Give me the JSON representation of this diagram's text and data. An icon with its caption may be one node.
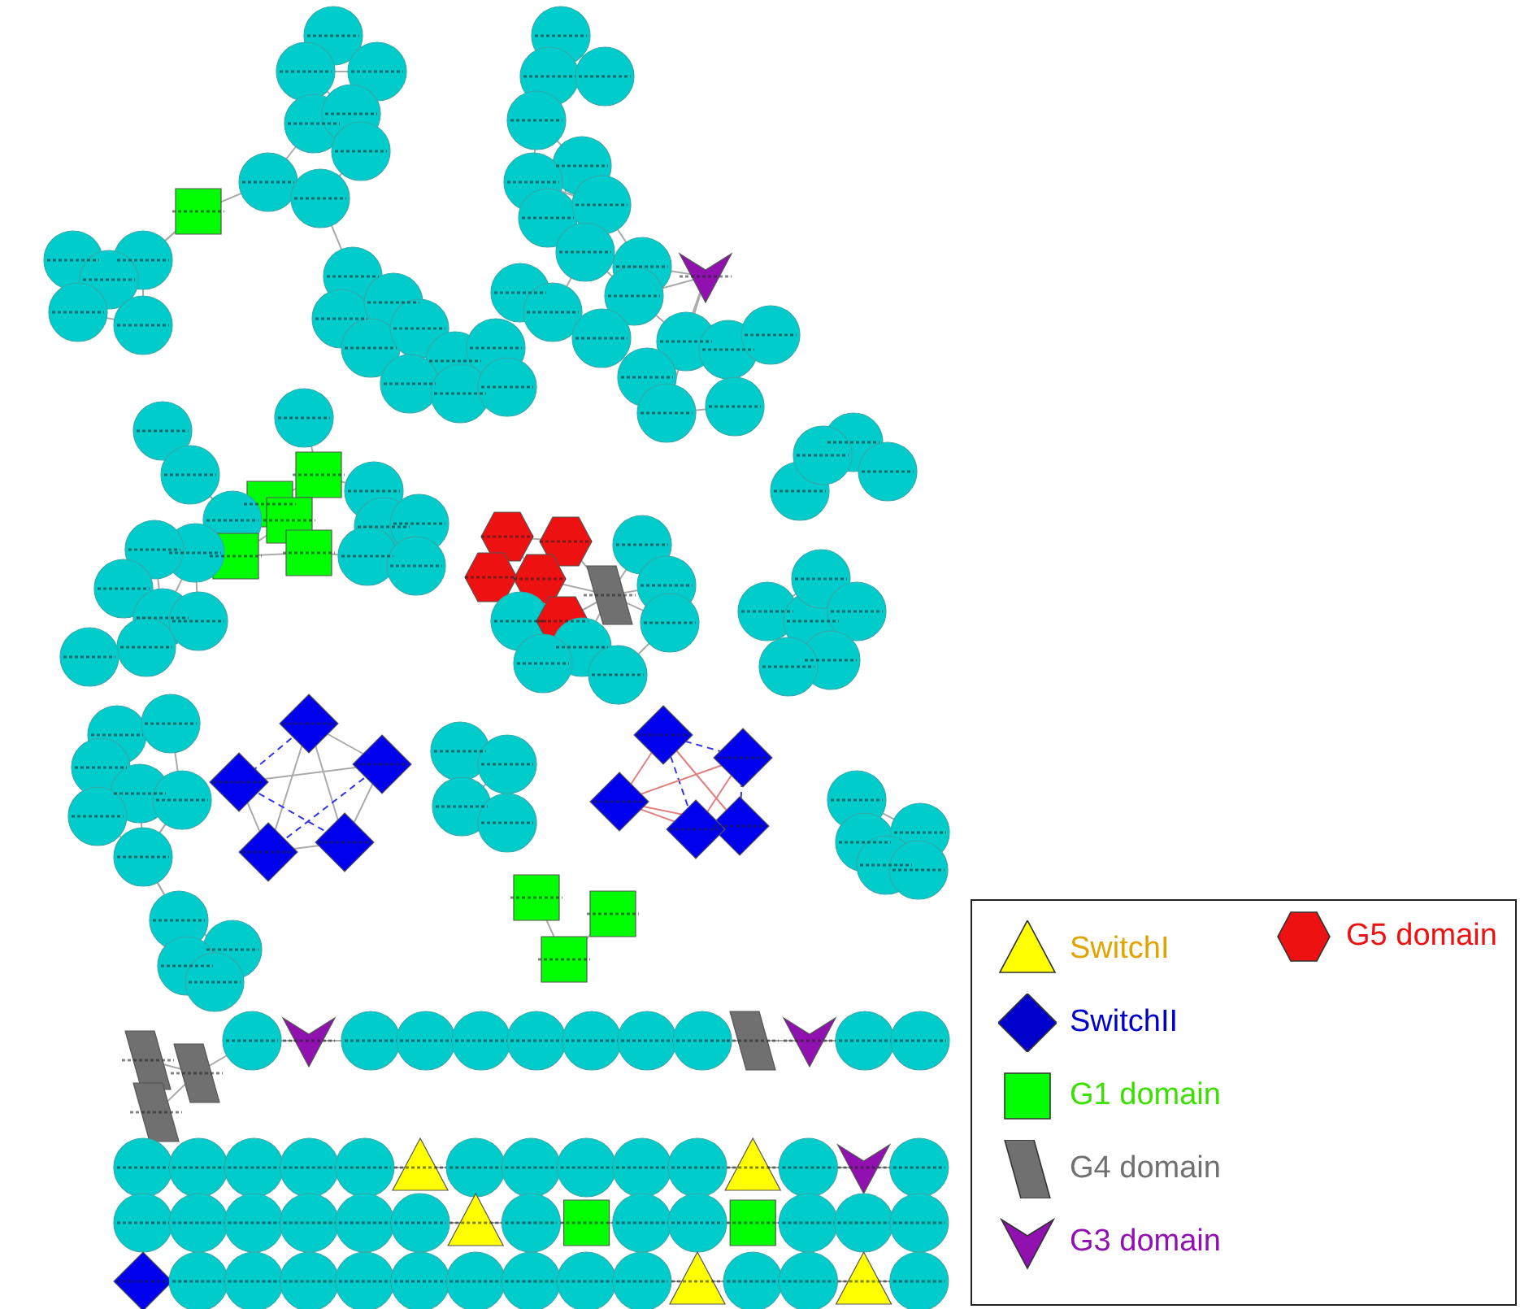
{
  "diagram": {
    "legend": [
      {
        "text": "SwitchI",
        "color": "#ffff00"
      },
      {
        "text": "SwitchII",
        "color": "#0000cc"
      },
      {
        "text": "G1 domain",
        "color": "#00ff00"
      },
      {
        "text": "G4 domain",
        "color": "#707070"
      },
      {
        "text": "G3 domain",
        "color": "#9010b0"
      },
      {
        "text": "G5 domain",
        "color": "#ee1111"
      }
    ]
  }
}
